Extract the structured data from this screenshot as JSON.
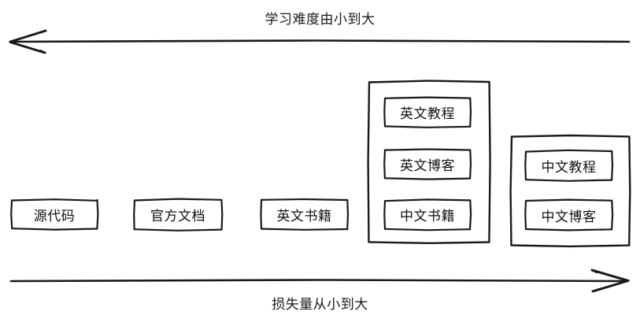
{
  "diagram": {
    "top_axis": {
      "label": "学习难度由小到大",
      "direction": "left",
      "arrowhead": "left-end"
    },
    "bottom_axis": {
      "label": "损失量从小到大",
      "direction": "right",
      "arrowhead": "right-end"
    },
    "columns": [
      {
        "id": "col-1",
        "grouped": false,
        "items": [
          {
            "id": "node-source-code",
            "label": "源代码"
          }
        ]
      },
      {
        "id": "col-2",
        "grouped": false,
        "items": [
          {
            "id": "node-official-docs",
            "label": "官方文档"
          }
        ]
      },
      {
        "id": "col-3",
        "grouped": false,
        "items": [
          {
            "id": "node-english-books",
            "label": "英文书籍"
          }
        ]
      },
      {
        "id": "col-4",
        "grouped": true,
        "items": [
          {
            "id": "node-english-tutorials",
            "label": "英文教程"
          },
          {
            "id": "node-english-blogs",
            "label": "英文博客"
          },
          {
            "id": "node-chinese-books",
            "label": "中文书籍"
          }
        ]
      },
      {
        "id": "col-5",
        "grouped": true,
        "items": [
          {
            "id": "node-chinese-tutorials",
            "label": "中文教程"
          },
          {
            "id": "node-chinese-blogs",
            "label": "中文博客"
          }
        ]
      }
    ]
  },
  "colors": {
    "background": "#ffffff",
    "stroke": "#1a1a1a",
    "text": "#111111"
  }
}
